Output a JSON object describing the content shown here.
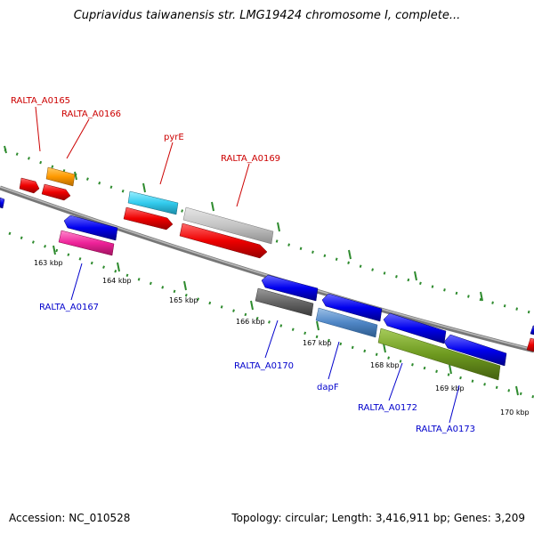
{
  "title": "Cupriavidus taiwanensis str. LMG19424 chromosome I, complete...",
  "footer": {
    "accession": "Accession: NC_010528",
    "topology": "Topology: circular; Length: 3,416,911 bp; Genes: 3,209"
  },
  "ticks": [
    "163 kbp",
    "164 kbp",
    "165 kbp",
    "166 kbp",
    "167 kbp",
    "168 kbp",
    "169 kbp",
    "170 kbp"
  ],
  "labels_top": [
    "RALTA_A0165",
    "RALTA_A0166",
    "pyrE",
    "RALTA_A0169"
  ],
  "labels_bottom": [
    "RALTA_A0167",
    "RALTA_A0170",
    "dapF",
    "RALTA_A0172",
    "RALTA_A0173"
  ],
  "colors": {
    "red": "#ee0000",
    "orange": "#ff9900",
    "cyan": "#33ccee",
    "lightgray": "#c0c0c0",
    "blue": "#0000ee",
    "pink": "#ee2299",
    "darkgray": "#666666",
    "steelblue": "#4f86c6",
    "olive": "#6e9a1f",
    "backbone": "#888888",
    "dots": "#2e8b2e"
  }
}
